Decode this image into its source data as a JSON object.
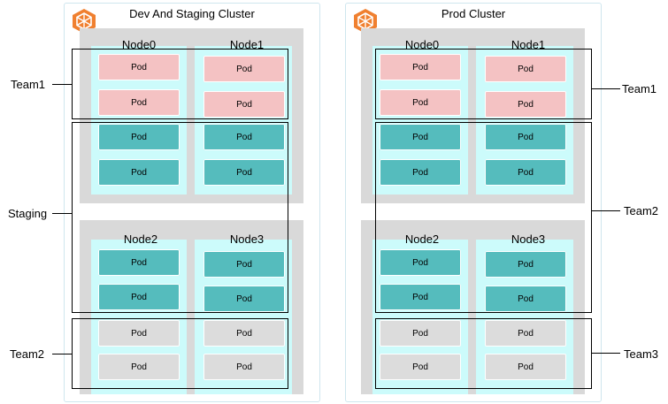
{
  "clusters": [
    {
      "title": "Dev And Staging Cluster",
      "node_groups": [
        [
          "Node0",
          "Node1"
        ],
        [
          "Node2",
          "Node3"
        ]
      ],
      "teams": [
        "Team1",
        "Staging",
        "Team2"
      ]
    },
    {
      "title": "Prod Cluster",
      "node_groups": [
        [
          "Node0",
          "Node1"
        ],
        [
          "Node2",
          "Node3"
        ]
      ],
      "teams": [
        "Team1",
        "Team2",
        "Team3"
      ]
    }
  ],
  "pod_label": "Pod",
  "colors": {
    "team_a_pod": "#f4c2c3",
    "team_b_pod": "#55bcbd",
    "team_c_pod": "#dcdcdc",
    "node_bg": "#ccfbfb",
    "group_bg": "#d9d9d9",
    "logo": "#f08030"
  },
  "icons": {
    "cluster_logo": "hexagon-cluster-icon"
  }
}
